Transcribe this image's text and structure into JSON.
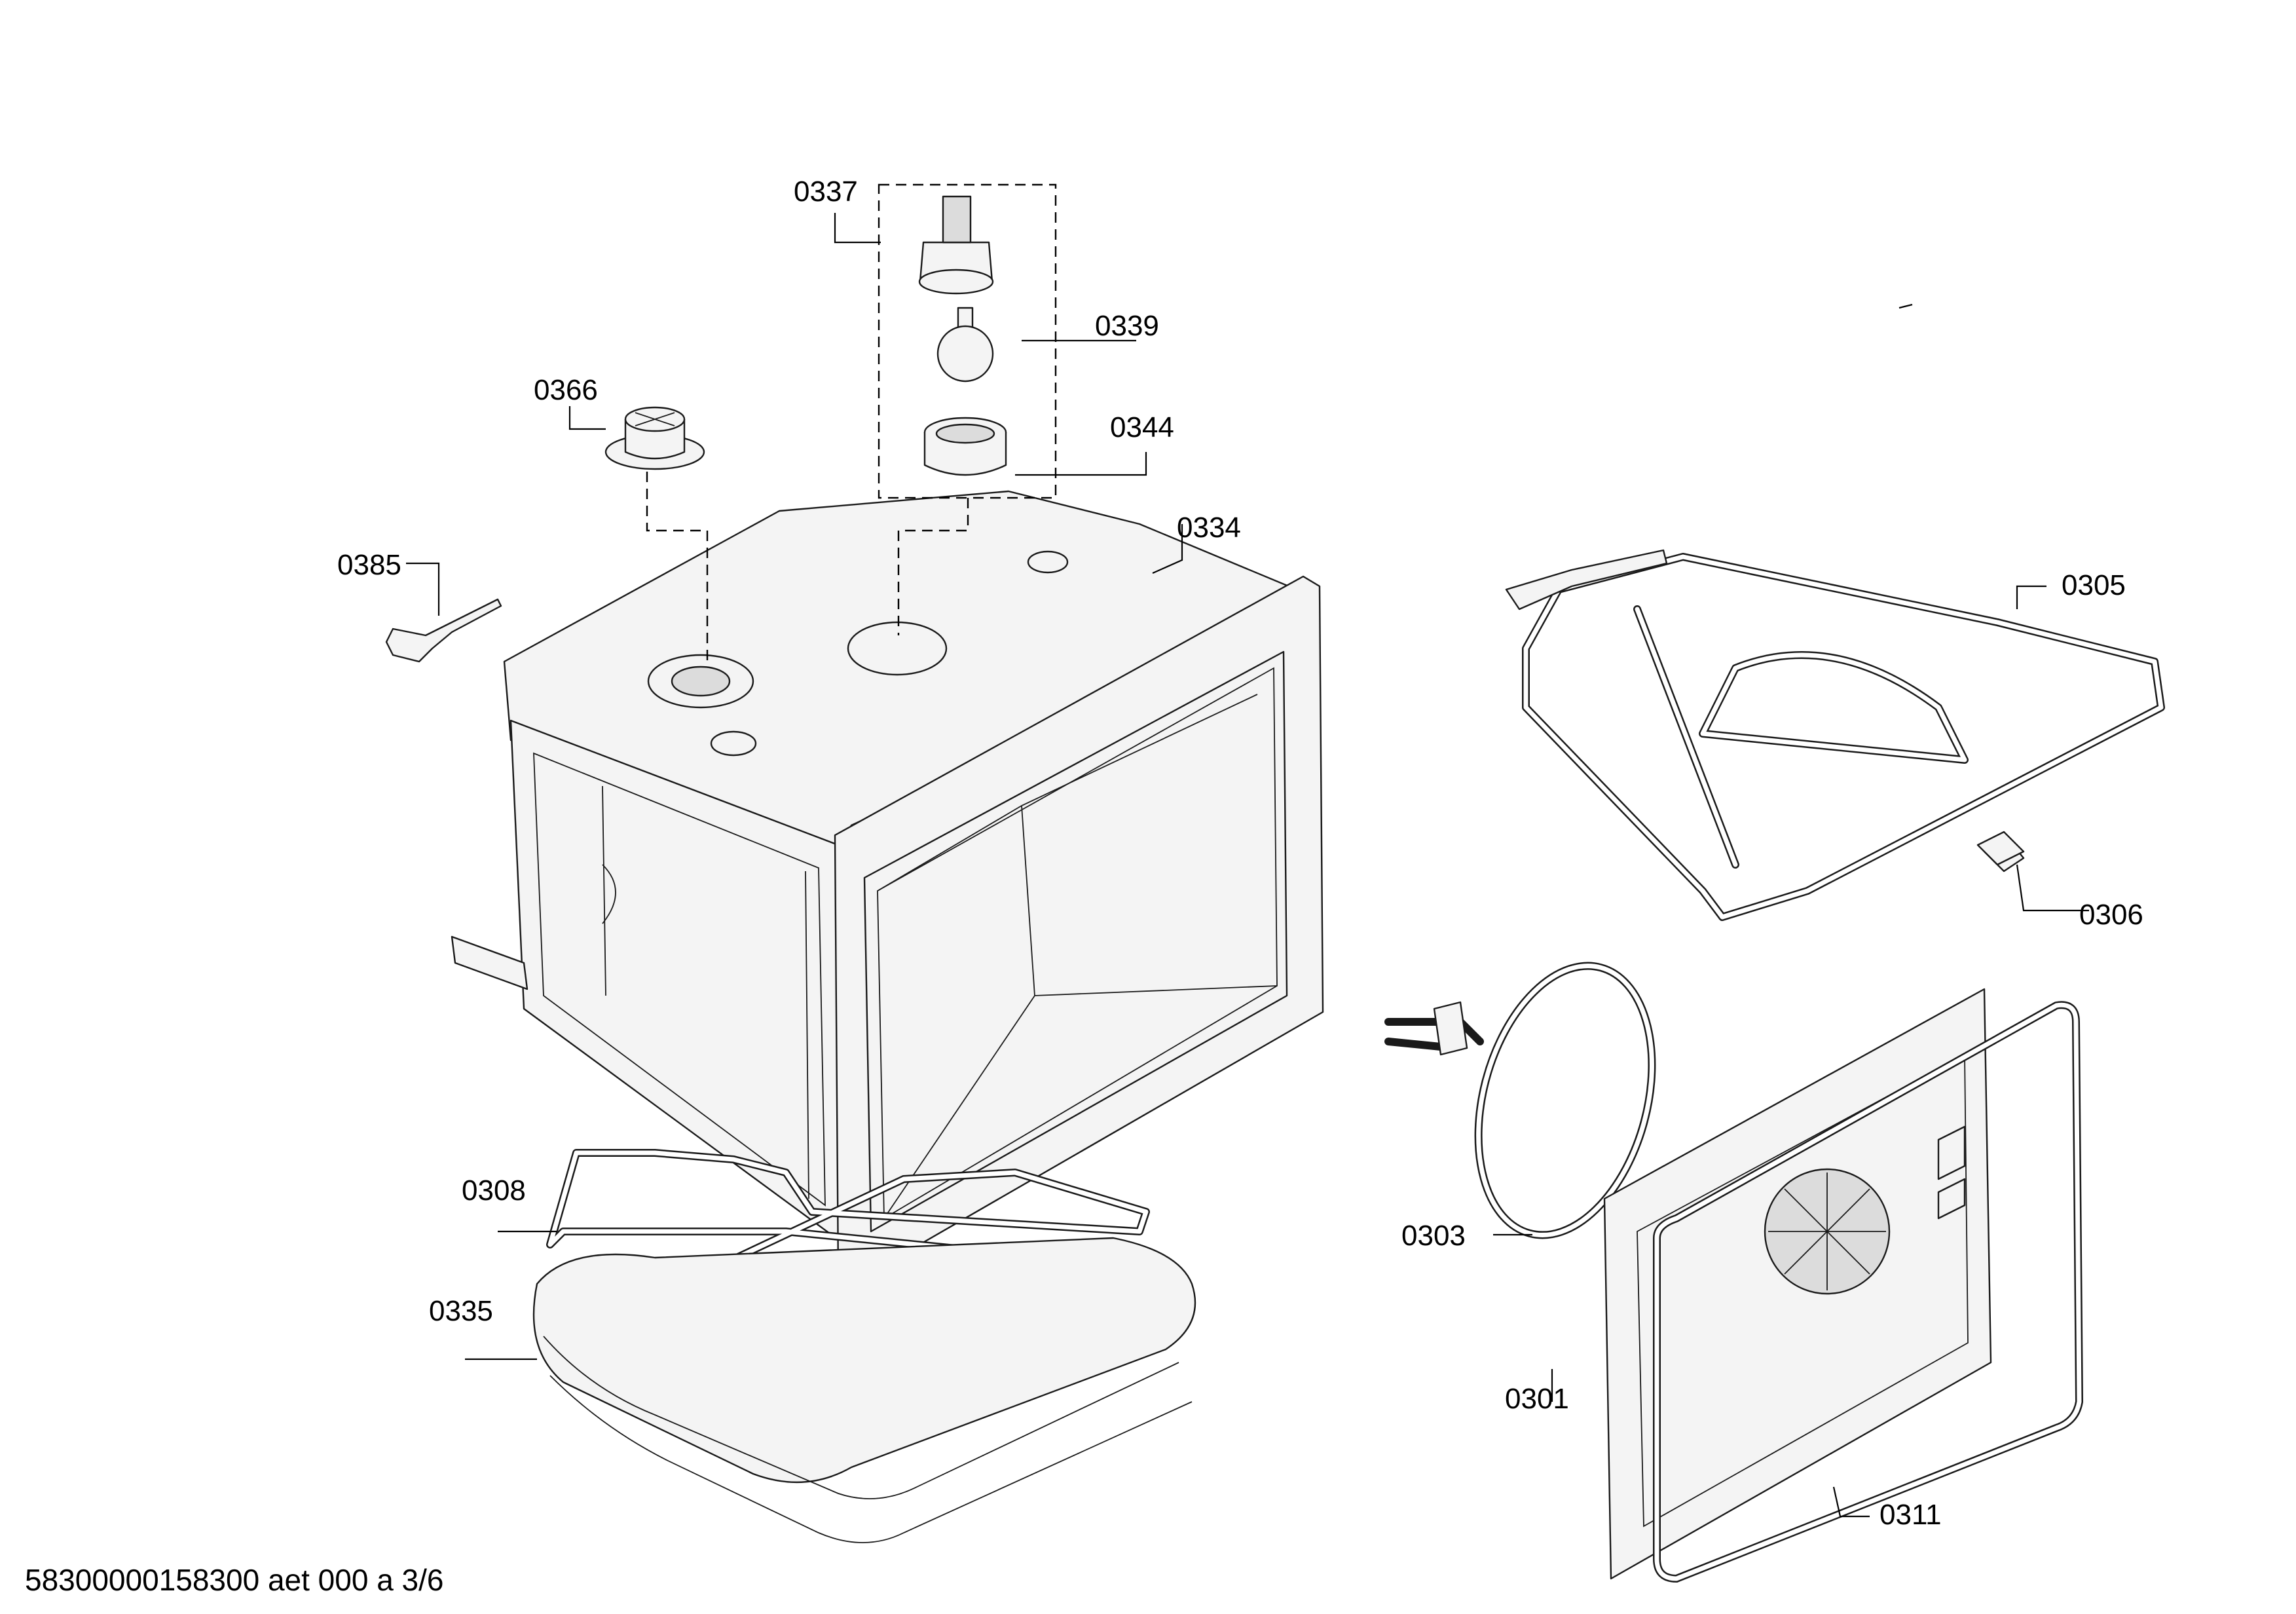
{
  "callouts": [
    {
      "id": "0337",
      "text": "0337"
    },
    {
      "id": "0339",
      "text": "0339"
    },
    {
      "id": "0366",
      "text": "0366"
    },
    {
      "id": "0344",
      "text": "0344"
    },
    {
      "id": "0334",
      "text": "0334"
    },
    {
      "id": "0385",
      "text": "0385"
    },
    {
      "id": "0305",
      "text": "0305"
    },
    {
      "id": "0306",
      "text": "0306"
    },
    {
      "id": "0308",
      "text": "0308"
    },
    {
      "id": "0303",
      "text": "0303"
    },
    {
      "id": "0335",
      "text": "0335"
    },
    {
      "id": "0301",
      "text": "0301"
    },
    {
      "id": "0311",
      "text": "0311"
    }
  ],
  "footer": {
    "text": "58300000158300 aet 000 a 3/6"
  }
}
